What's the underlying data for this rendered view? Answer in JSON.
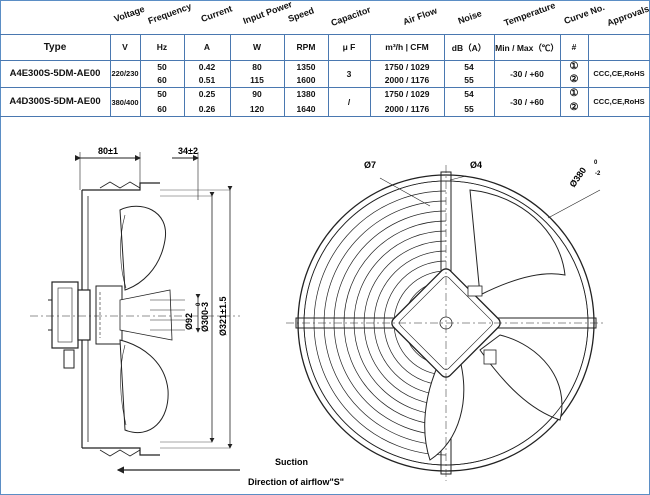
{
  "header_rotated": {
    "voltage": "Voltage",
    "frequency": "Frequency",
    "current": "Current",
    "input_power": "Input Power",
    "speed": "Speed",
    "capacitor": "Capacitor",
    "air_flow": "Air Flow",
    "noise": "Noise",
    "temperature": "Temperature",
    "curve_no": "Curve No.",
    "approvals": "Approvals"
  },
  "units": {
    "type": "Type",
    "voltage": "V",
    "frequency": "Hz",
    "current": "A",
    "power": "W",
    "speed": "RPM",
    "capacitor": "μ F",
    "airflow": "m³/h  |  CFM",
    "noise": "dB（A）",
    "temperature": "Min / Max（℃）",
    "curve": "#"
  },
  "rows": [
    {
      "type": "A4E300S-5DM-AE00",
      "voltage": "220/230",
      "capacitor": "3",
      "temperature": "-30 / +60",
      "approvals": "CCC,CE,RoHS",
      "sub": [
        {
          "hz": "50",
          "a": "0.42",
          "w": "80",
          "rpm": "1350",
          "airflow": "1750  /  1029",
          "db": "54",
          "curve": "①"
        },
        {
          "hz": "60",
          "a": "0.51",
          "w": "115",
          "rpm": "1600",
          "airflow": "2000  /  1176",
          "db": "55",
          "curve": "②"
        }
      ]
    },
    {
      "type": "A4D300S-5DM-AE00",
      "voltage": "380/400",
      "capacitor": "/",
      "temperature": "-30 / +60",
      "approvals": "CCC,CE,RoHS",
      "sub": [
        {
          "hz": "50",
          "a": "0.25",
          "w": "90",
          "rpm": "1380",
          "airflow": "1750  /  1029",
          "db": "54",
          "curve": "①"
        },
        {
          "hz": "60",
          "a": "0.26",
          "w": "120",
          "rpm": "1640",
          "airflow": "2000  /  1176",
          "db": "55",
          "curve": "②"
        }
      ]
    }
  ],
  "drawing": {
    "dim_80": "80±1",
    "dim_34": "34±2",
    "dim_92": "Ø92",
    "dim_300": "Ø300-3",
    "dim_300_sup": "0",
    "dim_321": "Ø321±1.5",
    "dim_7": "Ø7",
    "dim_4": "Ø4",
    "dim_380": "Ø380",
    "dim_380_sup": "0",
    "dim_380_sub": "-2",
    "suction": "Suction",
    "airflow_dir": "Direction of airflow\"S\""
  }
}
